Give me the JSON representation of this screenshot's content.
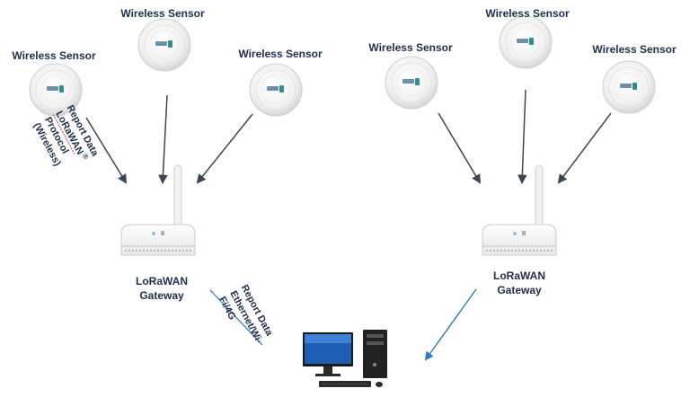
{
  "labels": {
    "sensor": "Wireless Sensor",
    "gateway_line1": "LoRaWAN",
    "gateway_line2": "Gateway"
  },
  "annotations": {
    "report_data": "Report Data",
    "lorawan_protocol_1": "LoRaWAN",
    "lorawan_reg": "®",
    "lorawan_protocol_2": "Protocol",
    "lorawan_protocol_3": "(Wireless)",
    "ethernet_1": "Ethernet/Wi-",
    "ethernet_2": "Fi/4G"
  },
  "colors": {
    "arrow_sensor": "#3b4654",
    "arrow_uplink": "#2f7bbf",
    "label_text": "#1f2f4a",
    "sensor_ring": "#e6e6e6",
    "sensor_logo": "#2f8f8f",
    "accent_underline": "#d2453b"
  },
  "icons": {
    "sensor": "smoke-sensor-icon",
    "gateway": "lorawan-gateway-icon",
    "computer": "desktop-computer-icon"
  }
}
